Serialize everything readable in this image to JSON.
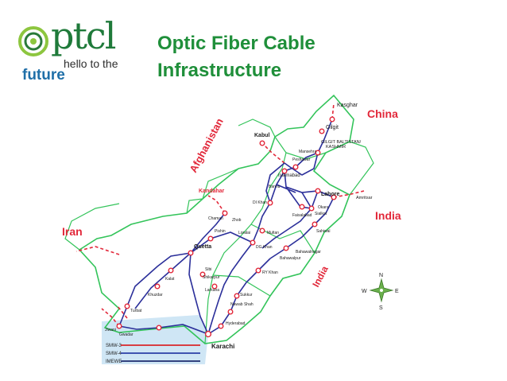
{
  "logo": {
    "word": "ptcl",
    "tagline_1": "hello to the",
    "tagline_2": "future"
  },
  "title": {
    "line1": "Optic Fiber Cable",
    "line2": "Infrastructure"
  },
  "countries": {
    "china": "China",
    "afghanistan": "Afghanistan",
    "iran": "Iran",
    "india": "India",
    "india_border": "India"
  },
  "cities": {
    "kasghar": "Kasghar",
    "gilgit": "Gilgit",
    "gilgit_region": "GILGIT BALTISTAN/",
    "kashmir": "KASHMIR",
    "kabul": "Kabul",
    "kandahar": "Kandahar",
    "amritsar": "Amritsar",
    "islamabad": "Islamabad",
    "lahore": "Lahore",
    "peshawar": "Peshawar",
    "mansehra": "Mansehra",
    "faisalabad": "Faisalabad",
    "multan": "Multan",
    "bahawalnagar": "Bahawalnagar",
    "bahawalpur": "Bahawalpur",
    "quetta": "Quetta",
    "khuzdar": "Khuzdar",
    "kalat": "Kalat",
    "sibi": "Sibi",
    "turbat": "Turbat",
    "gwadar": "Gwadar",
    "jiwani": "Jiwani",
    "karachi": "Karachi",
    "hyderabad": "Hyderabad",
    "sukkur": "Sukkur",
    "nawab_shah": "Nawab Shah",
    "ry_khan": "RY Khan",
    "dg_khan": "DG Khan",
    "di_khan": "DI Khan",
    "loralai": "Loralai",
    "larkana": "Larkana",
    "chaman": "Chaman",
    "pishin": "Pishin",
    "zhob": "Zhob",
    "shikarpur": "Shikarpur",
    "bannu": "Bannu",
    "sahiwal": "Sahiwal",
    "sialkot": "Sialkot",
    "okara": "Okara"
  },
  "compass": {
    "n": "N",
    "s": "S",
    "e": "E",
    "w": "W"
  },
  "legend": {
    "items": [
      {
        "label": "SMW-3",
        "color": "#d9262b"
      },
      {
        "label": "SMW-4",
        "color": "#2b3fa6"
      },
      {
        "label": "IMEWE",
        "color": "#1c2a6e"
      }
    ]
  },
  "colors": {
    "brand_green": "#1f8f3a",
    "border_green": "#33c45a",
    "fiber_blue": "#2b2f9a",
    "node_red": "#e2283a",
    "sea": "#cfe6f5"
  }
}
